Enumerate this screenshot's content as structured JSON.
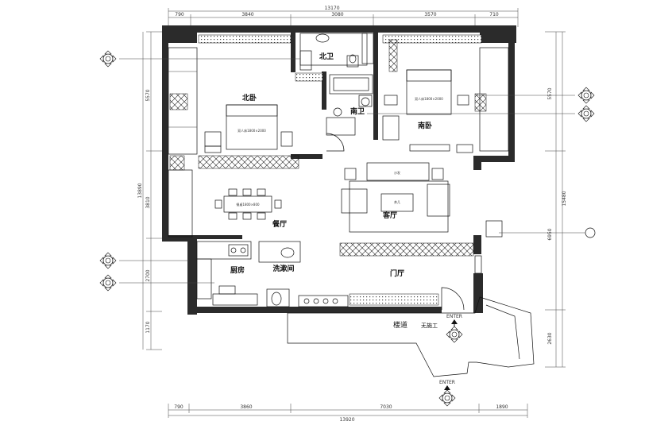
{
  "dimensions": {
    "top_total": "13170",
    "top_segments": [
      "790",
      "3840",
      "3080",
      "3570",
      "710"
    ],
    "bottom_total": "13920",
    "bottom_segments": [
      "790",
      "3860",
      "7030",
      "1890"
    ],
    "left_total": "13890",
    "left_segments": [
      "5570",
      "3810",
      "2700",
      "1170"
    ],
    "right_total": "15480",
    "right_segments": [
      "5570",
      "6950",
      "2630"
    ]
  },
  "rooms": {
    "north_bath": "北卫",
    "north_bedroom": "北卧",
    "south_bath": "南卫",
    "south_bedroom": "南卧",
    "dining": "餐厅",
    "living": "客厅",
    "kitchen": "厨房",
    "laundry": "洗漱间",
    "foyer": "门厅",
    "stair": "楼道",
    "stair_note": "无施工"
  },
  "entries": {
    "enter_upper": "ENTER",
    "enter_lower": "ENTER"
  },
  "symbol_names": [
    "index-marker-icon",
    "flooring-marker-icon",
    "view-marker-icon"
  ]
}
